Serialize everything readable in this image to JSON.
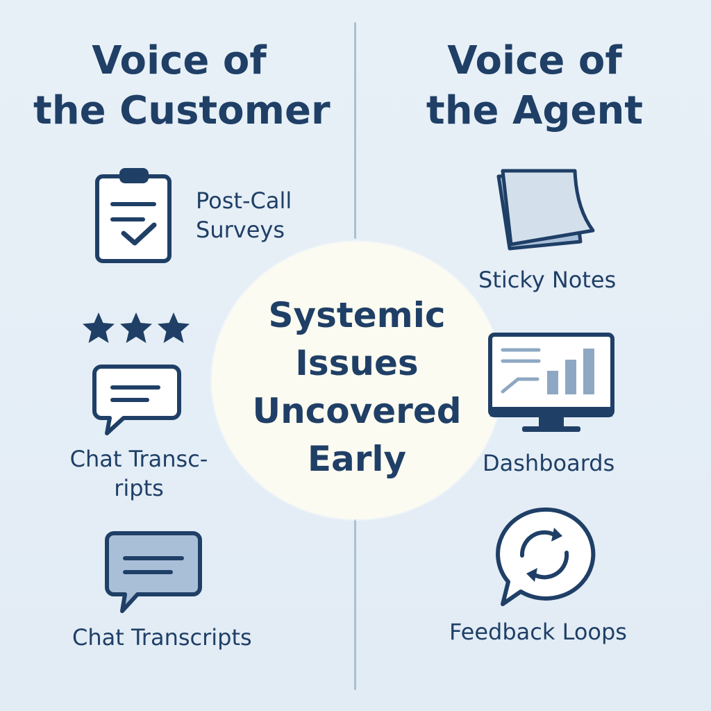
{
  "left_column": {
    "heading_line1": "Voice of",
    "heading_line2": "the Customer",
    "items": [
      {
        "icon": "clipboard-check-icon",
        "label_line1": "Post-Call",
        "label_line2": "Surveys"
      },
      {
        "icon": "chat-bubble-stars-icon",
        "label_line1": "Chat Transc-",
        "label_line2": "ripts",
        "rating_stars": 3
      },
      {
        "icon": "chat-bubble-filled-icon",
        "label_line1": "Chat Transcripts"
      }
    ]
  },
  "right_column": {
    "heading_line1": "Voice of",
    "heading_line2": "the Agent",
    "items": [
      {
        "icon": "sticky-notes-icon",
        "label_line1": "Sticky Notes"
      },
      {
        "icon": "dashboard-monitor-icon",
        "label_line1": "Dashboards"
      },
      {
        "icon": "feedback-loop-icon",
        "label_line1": "Feedback Loops"
      }
    ]
  },
  "center": {
    "line1": "Systemic",
    "line2": "Issues",
    "line3": "Uncovered",
    "line4": "Early"
  },
  "colors": {
    "background": "#e5eef6",
    "text": "#1f3f66",
    "icon_stroke": "#1f3f66",
    "icon_fill_light": "#c9d8e7",
    "icon_fill_accent": "#8ea8c3",
    "center_circle": "#fbfbf1",
    "divider": "#a9bfd3"
  }
}
